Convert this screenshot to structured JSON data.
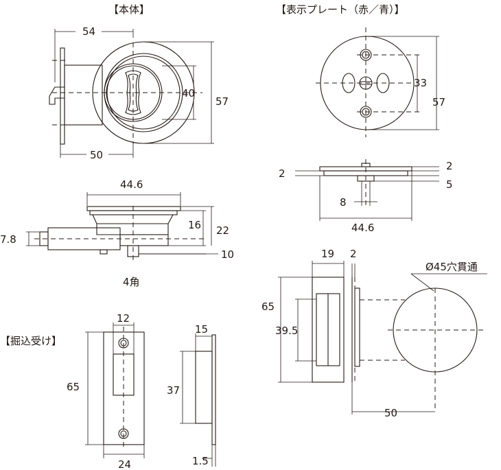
{
  "titles": {
    "body": "【本体】",
    "plate": "【表示プレート（赤／青）】",
    "strike": "【掘込受け】"
  },
  "dims": {
    "body_front_54": "54",
    "body_front_40": "40",
    "body_front_57": "57",
    "body_front_50": "50",
    "body_side_446": "44.6",
    "body_side_16": "16",
    "body_side_22": "22",
    "body_side_78": "7.8",
    "body_side_10": "10",
    "body_side_square": "4角",
    "plate_33": "33",
    "plate_57": "57",
    "plate_side_2l": "2",
    "plate_side_2r": "2",
    "plate_side_5": "5",
    "plate_side_8": "8",
    "plate_side_446": "44.6",
    "install_19": "19",
    "install_2": "2",
    "install_hole": "Ø45穴貫通",
    "install_65": "65",
    "install_395": "39.5",
    "install_50": "50",
    "strike_12": "12",
    "strike_65": "65",
    "strike_24": "24",
    "strike_15": "15",
    "strike_37": "37",
    "strike_15b": "1.5"
  }
}
